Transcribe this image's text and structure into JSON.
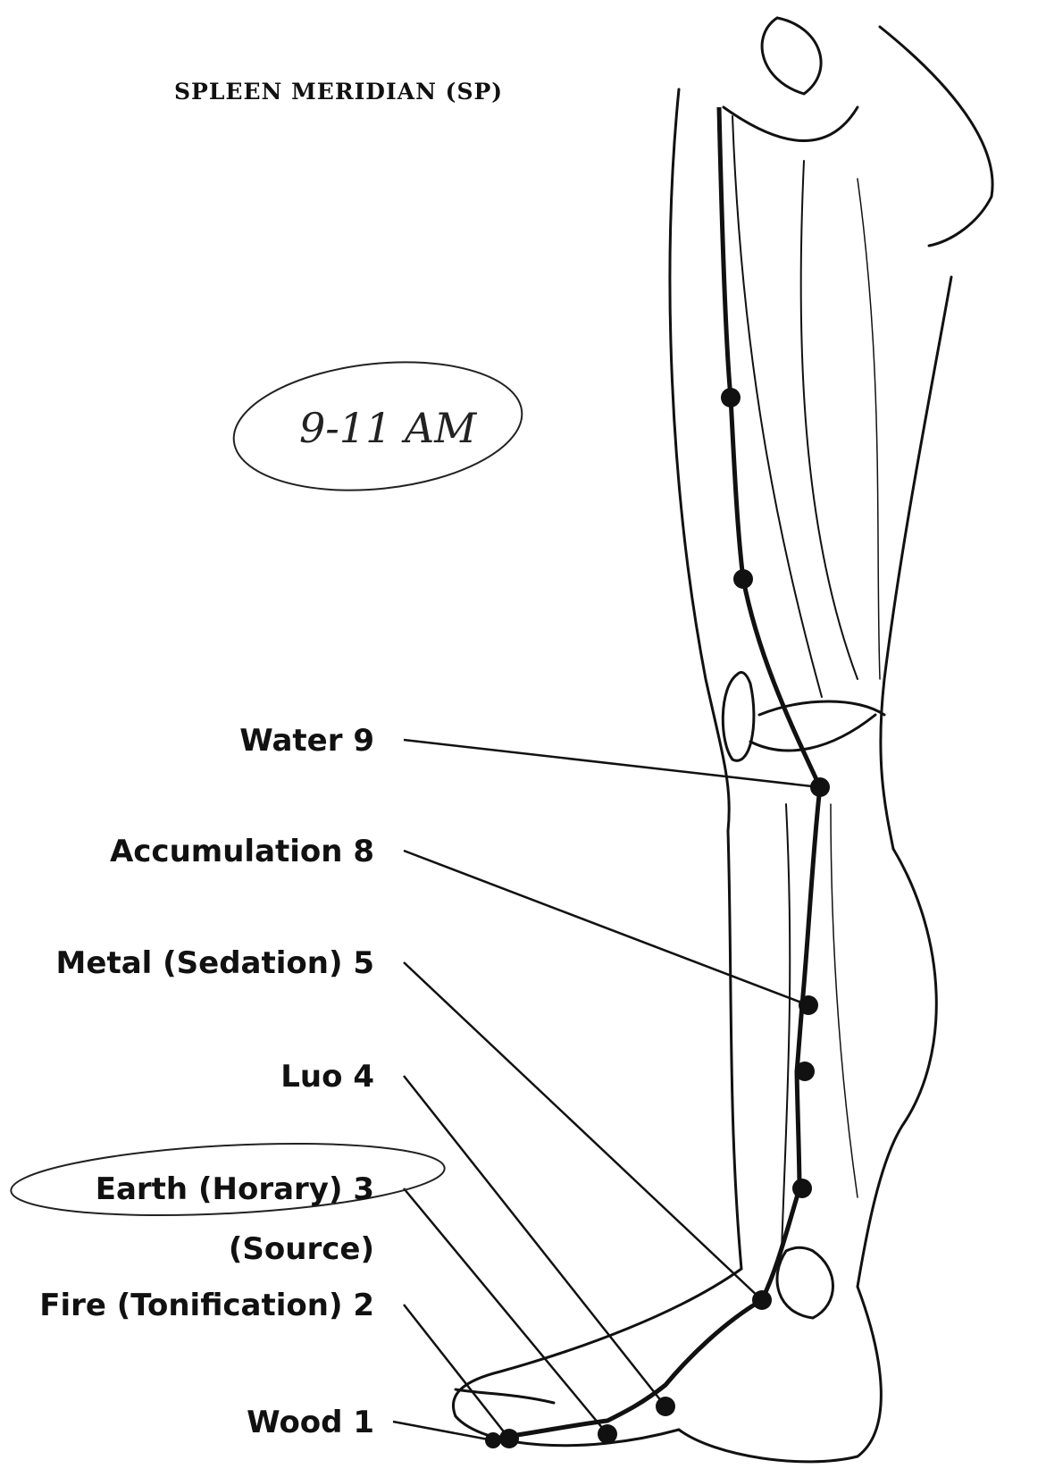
{
  "title": "SPLEEN MERIDIAN (SP)",
  "handwritten_note": "9-11 AM",
  "points": [
    {
      "label": "Water 9"
    },
    {
      "label": "Accumulation 8"
    },
    {
      "label": "Metal (Sedation) 5"
    },
    {
      "label": "Luo 4"
    },
    {
      "label": "Earth (Horary) 3"
    },
    {
      "label": "(Source)"
    },
    {
      "label": "Fire (Tonification) 2"
    },
    {
      "label": "Wood 1"
    }
  ],
  "colors": {
    "ink": "#111111",
    "paper": "#ffffff"
  }
}
